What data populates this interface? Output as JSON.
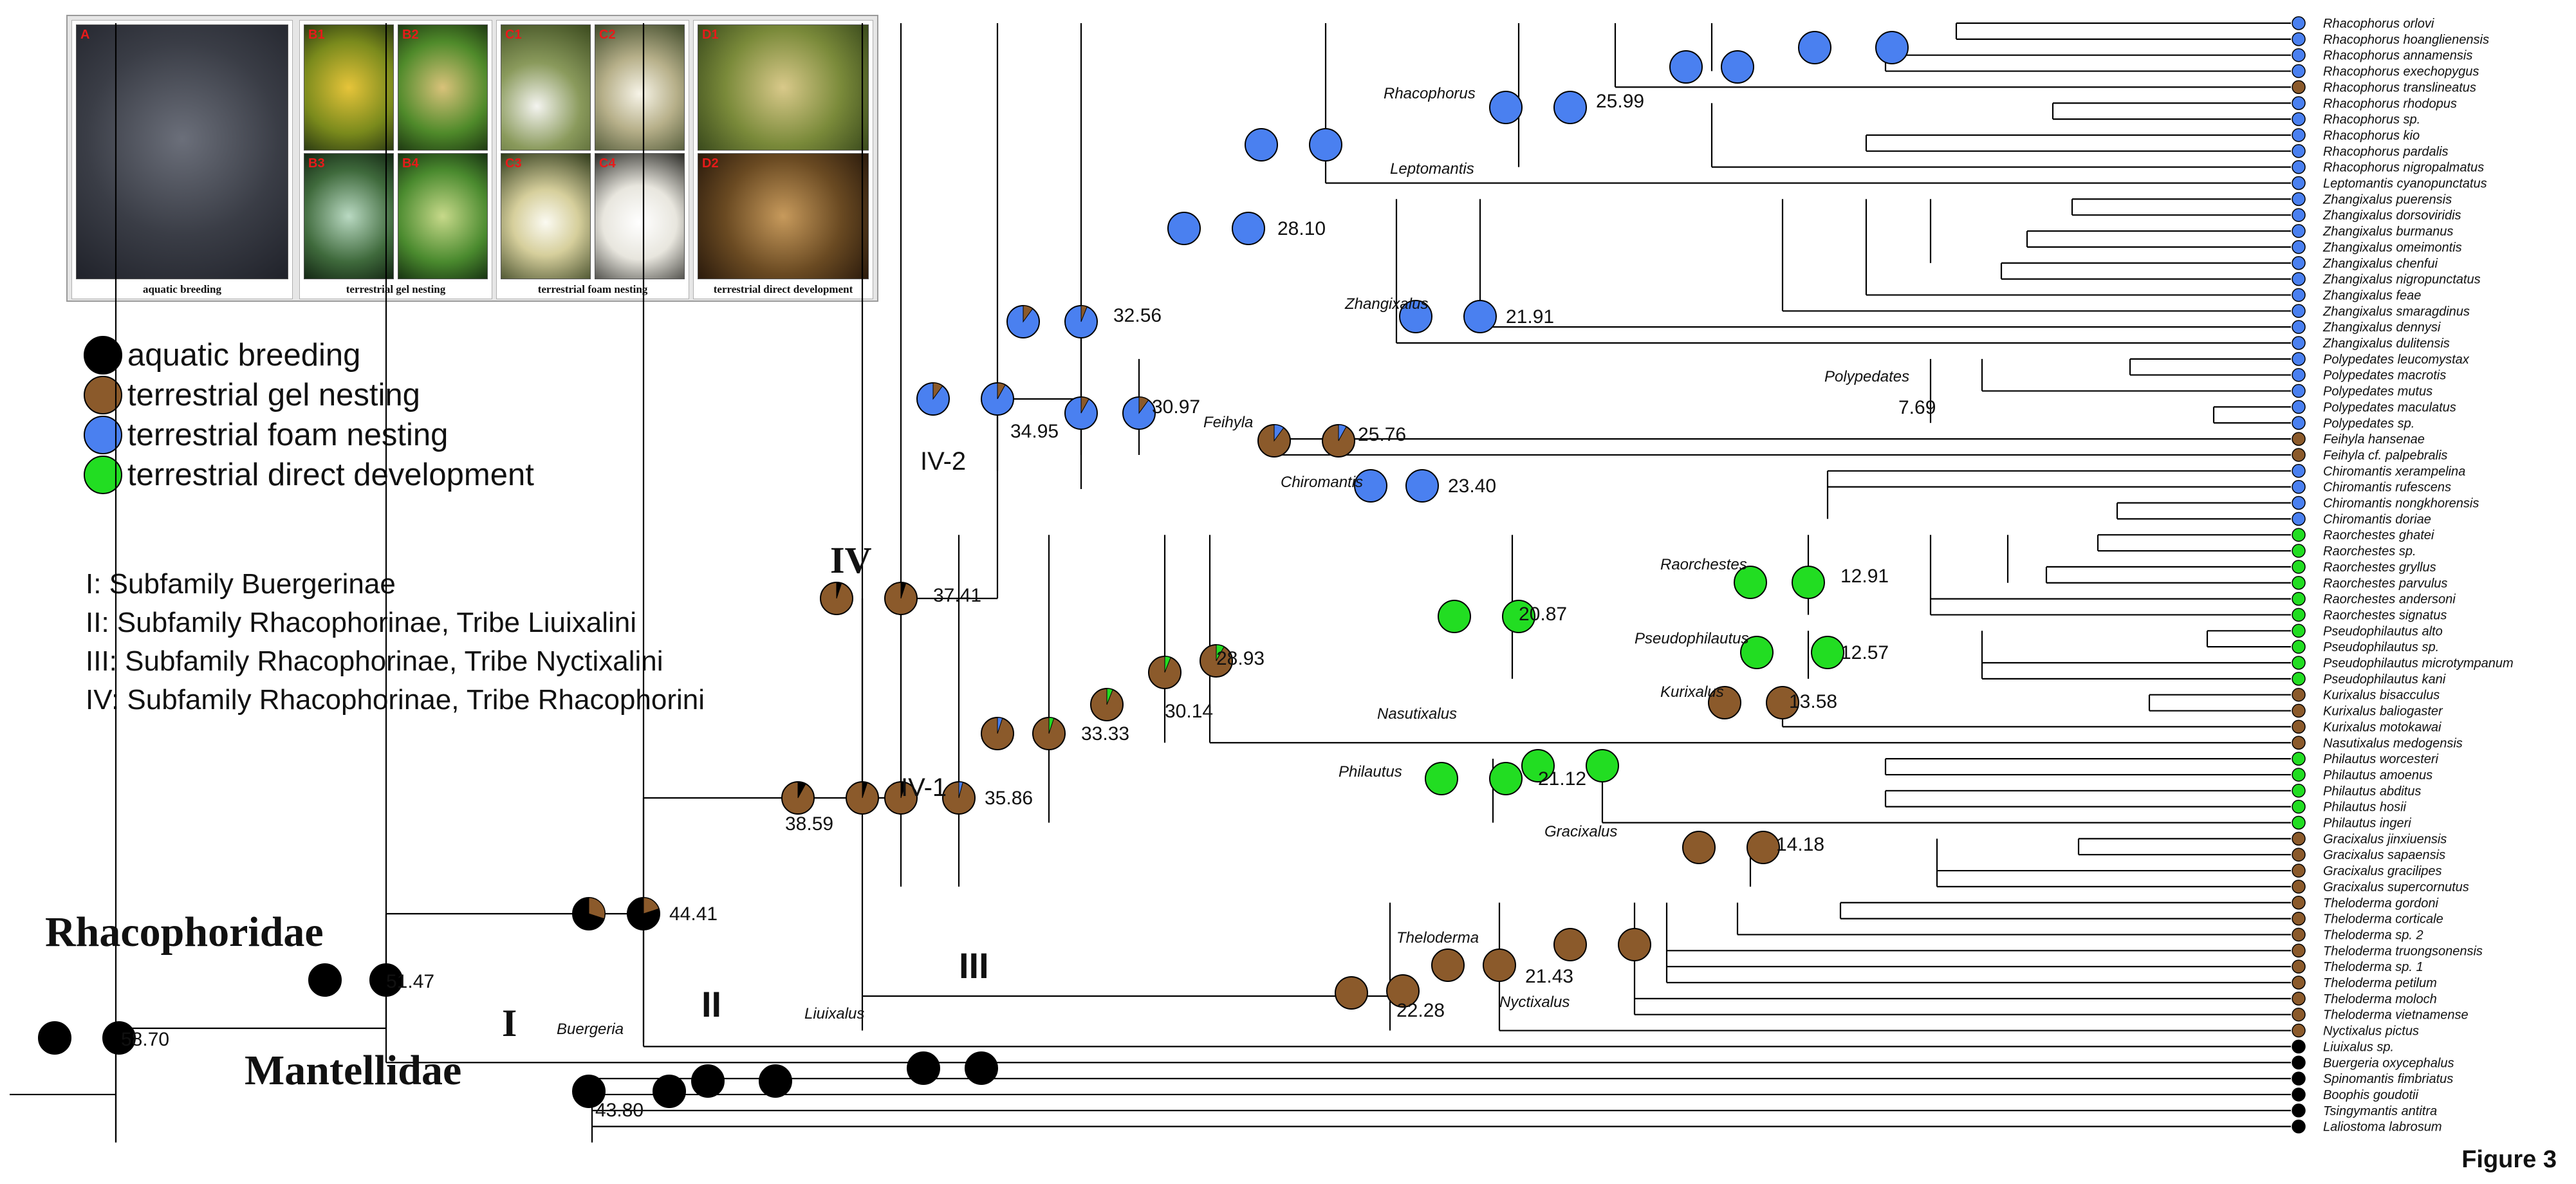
{
  "figure_label": "Figure 3",
  "colors": {
    "aquatic": "#000000",
    "gel": "#8b5a2b",
    "foam": "#4a80f0",
    "direct": "#22dd22"
  },
  "photo_panels": [
    {
      "caption": "aquatic breeding",
      "tiles": [
        {
          "letter": "A",
          "icon": "aquatic-eggs-photo"
        }
      ]
    },
    {
      "caption": "terrestrial gel nesting",
      "tiles": [
        {
          "letter": "B1",
          "icon": "gel-eggs-photo"
        },
        {
          "letter": "B2",
          "icon": "gel-eggs-photo"
        },
        {
          "letter": "B3",
          "icon": "gel-eggs-photo"
        },
        {
          "letter": "B4",
          "icon": "gel-eggs-photo"
        }
      ]
    },
    {
      "caption": "terrestrial foam nesting",
      "tiles": [
        {
          "letter": "C1",
          "icon": "foam-nest-photo"
        },
        {
          "letter": "C2",
          "icon": "foam-nest-photo"
        },
        {
          "letter": "C3",
          "icon": "foam-nest-photo"
        },
        {
          "letter": "C4",
          "icon": "foam-nest-photo"
        }
      ]
    },
    {
      "caption": "terrestrial direct development",
      "tiles": [
        {
          "letter": "D1",
          "icon": "direct-eggs-photo"
        },
        {
          "letter": "D2",
          "icon": "direct-embryo-photo"
        }
      ]
    }
  ],
  "legend": [
    {
      "key": "aquatic",
      "label": "aquatic breeding"
    },
    {
      "key": "gel",
      "label": "terrestrial gel nesting"
    },
    {
      "key": "foam",
      "label": "terrestrial foam nesting"
    },
    {
      "key": "direct",
      "label": "terrestrial direct development"
    }
  ],
  "subfamilies": [
    "I: Subfamily Buergerinae",
    "II: Subfamily Rhacophorinae, Tribe Liuixalini",
    "III: Subfamily Rhacophorinae, Tribe Nyctixalini",
    "IV: Subfamily Rhacophorinae, Tribe Rhacophorini"
  ],
  "big_labels": [
    "Rhacophoridae",
    "Mantellidae"
  ],
  "clade_labels": [
    "I",
    "II",
    "III",
    "IV",
    "IV-1",
    "IV-2"
  ],
  "node_ages": [
    "58.70",
    "51.47",
    "44.41",
    "43.80",
    "38.59",
    "37.41",
    "35.86",
    "34.95",
    "33.33",
    "32.56",
    "30.97",
    "30.14",
    "28.93",
    "28.10",
    "25.99",
    "25.76",
    "23.40",
    "22.28",
    "21.91",
    "21.43",
    "21.12",
    "20.87",
    "14.18",
    "13.58",
    "12.91",
    "12.57",
    "7.69"
  ],
  "genus_labels": [
    "Rhacophorus",
    "Leptomantis",
    "Zhangixalus",
    "Polypedates",
    "Feihyla",
    "Chiromantis",
    "Raorchestes",
    "Pseudophilautus",
    "Kurixalus",
    "Nasutixalus",
    "Philautus",
    "Gracixalus",
    "Theloderma",
    "Nyctixalus",
    "Liuixalus",
    "Buergeria"
  ],
  "taxa": [
    {
      "name": "Rhacophorus orlovi",
      "state": "foam"
    },
    {
      "name": "Rhacophorus hoanglienensis",
      "state": "foam"
    },
    {
      "name": "Rhacophorus annamensis",
      "state": "foam"
    },
    {
      "name": "Rhacophorus exechopygus",
      "state": "foam"
    },
    {
      "name": "Rhacophorus translineatus",
      "state": "gel"
    },
    {
      "name": "Rhacophorus rhodopus",
      "state": "foam"
    },
    {
      "name": "Rhacophorus sp.",
      "state": "foam"
    },
    {
      "name": "Rhacophorus kio",
      "state": "foam"
    },
    {
      "name": "Rhacophorus pardalis",
      "state": "foam"
    },
    {
      "name": "Rhacophorus nigropalmatus",
      "state": "foam"
    },
    {
      "name": "Leptomantis cyanopunctatus",
      "state": "foam"
    },
    {
      "name": "Zhangixalus puerensis",
      "state": "foam"
    },
    {
      "name": "Zhangixalus dorsoviridis",
      "state": "foam"
    },
    {
      "name": "Zhangixalus burmanus",
      "state": "foam"
    },
    {
      "name": "Zhangixalus omeimontis",
      "state": "foam"
    },
    {
      "name": "Zhangixalus chenfui",
      "state": "foam"
    },
    {
      "name": "Zhangixalus nigropunctatus",
      "state": "foam"
    },
    {
      "name": "Zhangixalus feae",
      "state": "foam"
    },
    {
      "name": "Zhangixalus smaragdinus",
      "state": "foam"
    },
    {
      "name": "Zhangixalus dennysi",
      "state": "foam"
    },
    {
      "name": "Zhangixalus dulitensis",
      "state": "foam"
    },
    {
      "name": "Polypedates leucomystax",
      "state": "foam"
    },
    {
      "name": "Polypedates macrotis",
      "state": "foam"
    },
    {
      "name": "Polypedates mutus",
      "state": "foam"
    },
    {
      "name": "Polypedates maculatus",
      "state": "foam"
    },
    {
      "name": "Polypedates sp.",
      "state": "foam"
    },
    {
      "name": "Feihyla hansenae",
      "state": "gel"
    },
    {
      "name": "Feihyla cf. palpebralis",
      "state": "gel"
    },
    {
      "name": "Chiromantis xerampelina",
      "state": "foam"
    },
    {
      "name": "Chiromantis rufescens",
      "state": "foam"
    },
    {
      "name": "Chiromantis nongkhorensis",
      "state": "foam"
    },
    {
      "name": "Chiromantis doriae",
      "state": "foam"
    },
    {
      "name": "Raorchestes ghatei",
      "state": "direct"
    },
    {
      "name": "Raorchestes sp.",
      "state": "direct"
    },
    {
      "name": "Raorchestes gryllus",
      "state": "direct"
    },
    {
      "name": "Raorchestes parvulus",
      "state": "direct"
    },
    {
      "name": "Raorchestes andersoni",
      "state": "direct"
    },
    {
      "name": "Raorchestes signatus",
      "state": "direct"
    },
    {
      "name": "Pseudophilautus alto",
      "state": "direct"
    },
    {
      "name": "Pseudophilautus sp.",
      "state": "direct"
    },
    {
      "name": "Pseudophilautus microtympanum",
      "state": "direct"
    },
    {
      "name": "Pseudophilautus kani",
      "state": "direct"
    },
    {
      "name": "Kurixalus bisacculus",
      "state": "gel"
    },
    {
      "name": "Kurixalus baliogaster",
      "state": "gel"
    },
    {
      "name": "Kurixalus motokawai",
      "state": "gel"
    },
    {
      "name": "Nasutixalus medogensis",
      "state": "gel"
    },
    {
      "name": "Philautus worcesteri",
      "state": "direct"
    },
    {
      "name": "Philautus amoenus",
      "state": "direct"
    },
    {
      "name": "Philautus abditus",
      "state": "direct"
    },
    {
      "name": "Philautus hosii",
      "state": "direct"
    },
    {
      "name": "Philautus ingeri",
      "state": "direct"
    },
    {
      "name": "Gracixalus jinxiuensis",
      "state": "gel"
    },
    {
      "name": "Gracixalus sapaensis",
      "state": "gel"
    },
    {
      "name": "Gracixalus gracilipes",
      "state": "gel"
    },
    {
      "name": "Gracixalus supercornutus",
      "state": "gel"
    },
    {
      "name": "Theloderma gordoni",
      "state": "gel"
    },
    {
      "name": "Theloderma corticale",
      "state": "gel"
    },
    {
      "name": "Theloderma sp. 2",
      "state": "gel"
    },
    {
      "name": "Theloderma truongsonensis",
      "state": "gel"
    },
    {
      "name": "Theloderma sp. 1",
      "state": "gel"
    },
    {
      "name": "Theloderma petilum",
      "state": "gel"
    },
    {
      "name": "Theloderma moloch",
      "state": "gel"
    },
    {
      "name": "Theloderma vietnamense",
      "state": "gel"
    },
    {
      "name": "Nyctixalus pictus",
      "state": "gel"
    },
    {
      "name": "Liuixalus sp.",
      "state": "aquatic"
    },
    {
      "name": "Buergeria oxycephalus",
      "state": "aquatic"
    },
    {
      "name": "Spinomantis fimbriatus",
      "state": "aquatic"
    },
    {
      "name": "Boophis goudotii",
      "state": "aquatic"
    },
    {
      "name": "Tsingymantis antitra",
      "state": "aquatic"
    },
    {
      "name": "Laliostoma labrosum",
      "state": "aquatic"
    }
  ]
}
